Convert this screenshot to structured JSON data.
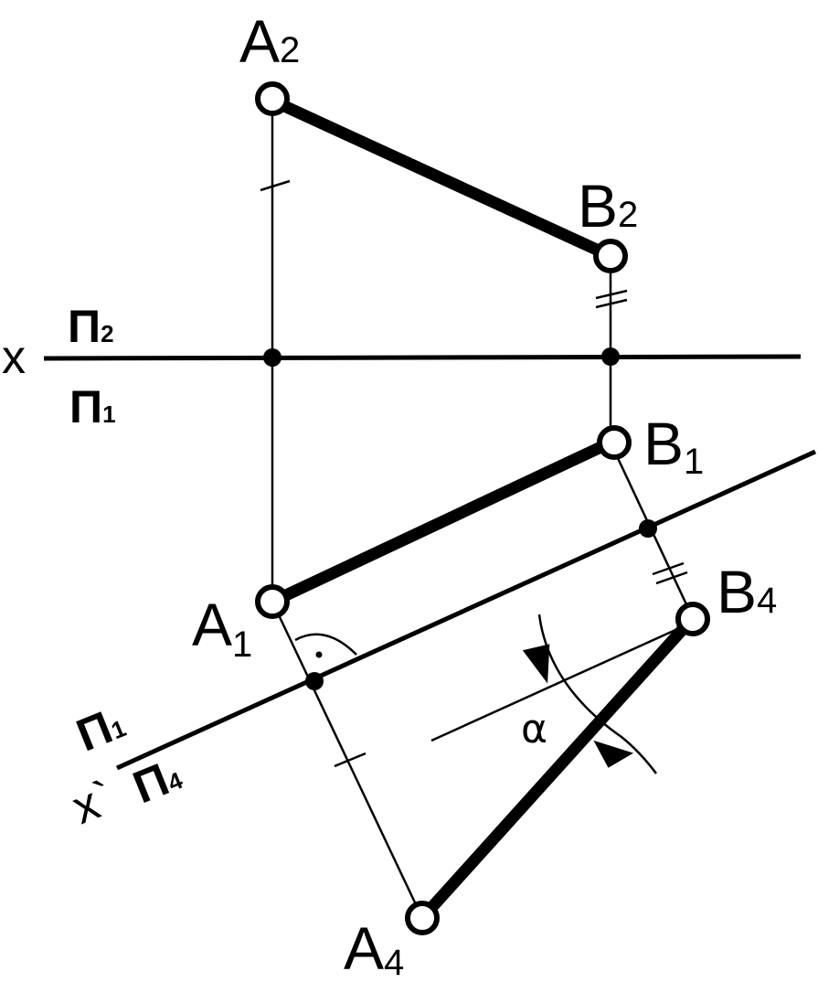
{
  "points": {
    "A2": {
      "letter": "A",
      "index": "2"
    },
    "B2": {
      "letter": "B",
      "index": "2"
    },
    "B1": {
      "letter": "B",
      "index": "1"
    },
    "A1": {
      "letter": "A",
      "index": "1"
    },
    "B4": {
      "letter": "B",
      "index": "4"
    },
    "A4": {
      "letter": "A",
      "index": "4"
    }
  },
  "axis_x": {
    "letter": "x",
    "plane_upper": {
      "letter": "Π",
      "index": "2"
    },
    "plane_lower": {
      "letter": "Π",
      "index": "1"
    }
  },
  "axis_x1": {
    "letter": "x",
    "prime": "`",
    "plane_upper": {
      "letter": "Π",
      "index": "1"
    },
    "plane_lower": {
      "letter": "Π",
      "index": "4"
    }
  },
  "angle_label": "α",
  "colors": {
    "ink": "#000000",
    "paper": "#ffffff"
  }
}
